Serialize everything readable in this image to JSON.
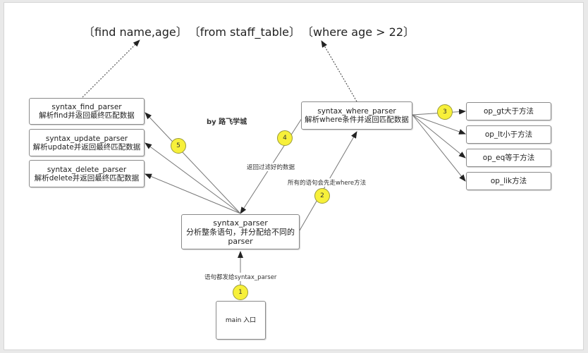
{
  "query_segments": [
    "〔find name,age〕",
    "〔from staff_table〕",
    "〔where age > 22〕"
  ],
  "credit": "by 路飞学城",
  "nodes": {
    "find_parser": {
      "title": "syntax_find_parser",
      "desc": "解析find并返回最终匹配数据"
    },
    "update_parser": {
      "title": "syntax_update_parser",
      "desc": "解析update并返回最终匹配数据"
    },
    "delete_parser": {
      "title": "syntax_delete_parser",
      "desc": "解析delete并返回最终匹配数据"
    },
    "where_parser": {
      "title": "syntax_where_parser",
      "desc": "解析where条件并返回匹配数据"
    },
    "syntax_parser": {
      "title": "syntax_parser",
      "desc": "分析整条语句，并分配给不同的parser"
    },
    "main": {
      "title": "main 入口"
    },
    "op_gt": {
      "title": "op_gt大于方法"
    },
    "op_lt": {
      "title": "op_lt小于方法"
    },
    "op_eq": {
      "title": "op_eq等于方法"
    },
    "op_lik": {
      "title": "op_lik方法"
    }
  },
  "edge_labels": {
    "main_to_parser": "语句都发给syntax_parser",
    "parser_to_where": "所有的语句会先走where方法",
    "where_to_parser": "返回过滤好的数据"
  },
  "badges": [
    "1",
    "2",
    "3",
    "4",
    "5"
  ],
  "colors": {
    "badge": "#f7f03a",
    "line": "#777777",
    "box_border": "#8a8a8a"
  }
}
